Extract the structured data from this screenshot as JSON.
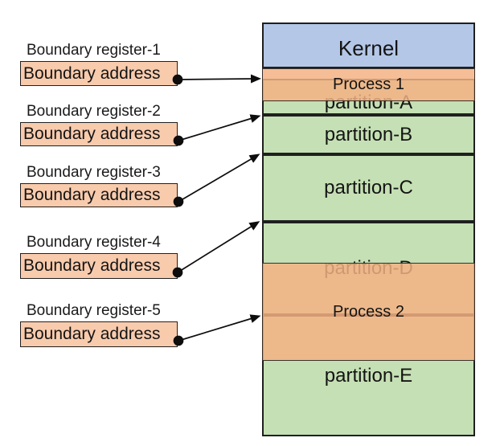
{
  "registers": [
    {
      "label": "Boundary register-1",
      "address_label": "Boundary address"
    },
    {
      "label": "Boundary register-2",
      "address_label": "Boundary address"
    },
    {
      "label": "Boundary register-3",
      "address_label": "Boundary address"
    },
    {
      "label": "Boundary register-4",
      "address_label": "Boundary address"
    },
    {
      "label": "Boundary register-5",
      "address_label": "Boundary address"
    }
  ],
  "memory_map": {
    "kernel": "Kernel",
    "partitions": [
      "partition-A",
      "partition-B",
      "partition-C",
      "partition-D",
      "partition-E"
    ],
    "processes": [
      "Process 1",
      "Process 2"
    ]
  },
  "colors": {
    "kernel_fill": "#b4c7e7",
    "partition_fill": "#c5e0b4",
    "register_fill": "#f8cbad",
    "process_fill": "#f4b183",
    "border": "#1f1f1f",
    "arrow": "#0d0d0d"
  }
}
